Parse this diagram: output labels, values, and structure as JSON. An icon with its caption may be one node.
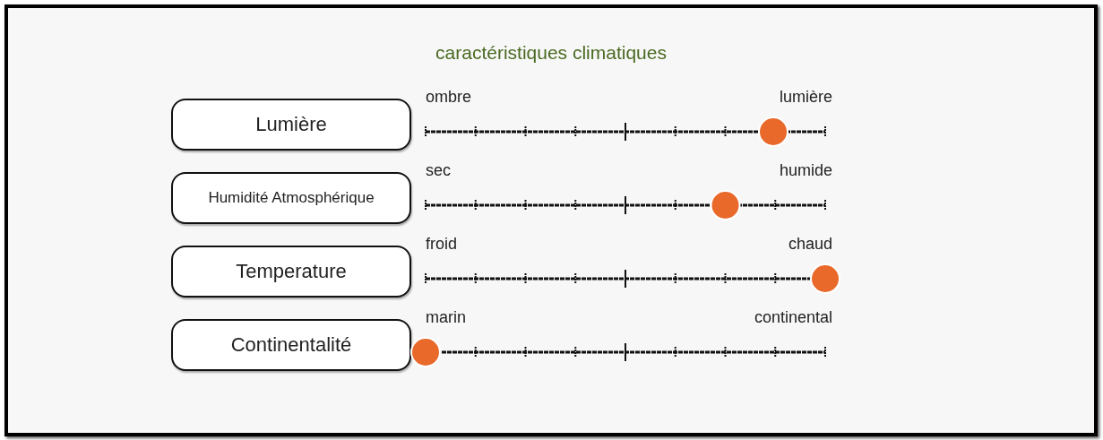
{
  "diagram": {
    "title": "caractéristiques climatiques",
    "nodes": [
      {
        "text": [
          "Lumière"
        ]
      },
      {
        "text": [
          "Humidité Atmosphérique"
        ]
      },
      {
        "text": [
          "Temperature"
        ]
      },
      {
        "text": [
          "Continentalité"
        ]
      }
    ],
    "labels": [
      "ombre",
      "lumière",
      "sec",
      "humide",
      "froid",
      "chaud",
      "marin",
      "continental"
    ]
  }
}
